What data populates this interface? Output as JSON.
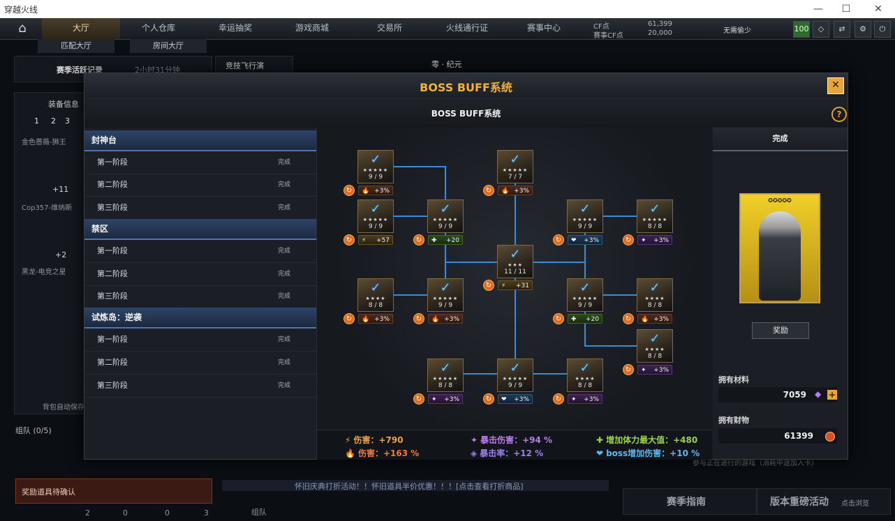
{
  "window": {
    "title": "穿越火线",
    "minimize": "—",
    "maximize": "☐",
    "close": "✕"
  },
  "nav": {
    "home_icon": "home-icon",
    "tabs": [
      "大厅",
      "个人仓库",
      "幸运抽奖",
      "游戏商城",
      "交易所",
      "火线通行证",
      "赛事中心"
    ],
    "cf_label": "CF点",
    "cf_value": "61,399",
    "match_cf_label": "赛事CF点",
    "match_cf_value": "20,000",
    "rank": "无需偷少",
    "level": "100"
  },
  "subtabs": [
    "匹配大厅",
    "房间大厅"
  ],
  "background": {
    "season_record": "赛季活跃记录",
    "season_time": "2小时31分钟",
    "fly_event": "竞技飞行演",
    "room_name": "零 · 纪元",
    "equip_info": "装备信息",
    "equip_tabs": [
      "1",
      "2",
      "3"
    ],
    "weapon_1": "金色蔷薇-狮王",
    "weapon_1_plus": "+11",
    "weapon_2": "Cop357-维纳斯",
    "weapon_2_plus": "+2",
    "weapon_3": "黑龙-电竞之星",
    "auto_save": "背包自动保存",
    "team": "组队 (0/5)",
    "reward_confirm": "奖励道具待确认",
    "marquee": "怀旧庆典打折活动！！怀旧道具半价优惠！！！[点击查看打折商品]",
    "team_bottom": "组队",
    "season_guide": "赛季指南",
    "version_event": "版本重磅活动",
    "click_browse": "点击浏览",
    "join_note": "参与正在进行的游戏（消耗中途加入卡）",
    "counts": [
      "2",
      "0",
      "0",
      "3"
    ]
  },
  "dialog": {
    "title": "BOSS BUFF系统",
    "subtitle": "BOSS BUFF系统",
    "close": "✕",
    "help": "?"
  },
  "categories": [
    {
      "name": "封神台",
      "stages": [
        {
          "name": "第一阶段",
          "status": "完成"
        },
        {
          "name": "第二阶段",
          "status": "完成"
        },
        {
          "name": "第三阶段",
          "status": "完成"
        }
      ]
    },
    {
      "name": "禁区",
      "stages": [
        {
          "name": "第一阶段",
          "status": "完成"
        },
        {
          "name": "第二阶段",
          "status": "完成"
        },
        {
          "name": "第三阶段",
          "status": "完成"
        }
      ]
    },
    {
      "name": "试炼岛：逆袭",
      "stages": [
        {
          "name": "第一阶段",
          "status": "完成"
        },
        {
          "name": "第二阶段",
          "status": "完成"
        },
        {
          "name": "第三阶段",
          "status": "完成"
        }
      ]
    }
  ],
  "nodes": [
    {
      "count": "9 / 9",
      "stars": "★★★★★",
      "buff": "+3%",
      "type": "fire"
    },
    {
      "count": "7 / 7",
      "stars": "★★★★★",
      "buff": "+3%",
      "type": "fire"
    },
    {
      "count": "9 / 9",
      "stars": "★★★★★",
      "buff": "+57",
      "type": "gold"
    },
    {
      "count": "9 / 9",
      "stars": "★★★★★",
      "buff": "+20",
      "type": "green"
    },
    {
      "count": "9 / 9",
      "stars": "★★★★★",
      "buff": "+3%",
      "type": "blue"
    },
    {
      "count": "8 / 8",
      "stars": "★★★★★",
      "buff": "+3%",
      "type": "purple"
    },
    {
      "count": "11 / 11",
      "stars": "★★★",
      "buff": "+31",
      "type": "gold"
    },
    {
      "count": "8 / 8",
      "stars": "★★★★",
      "buff": "+3%",
      "type": "fire"
    },
    {
      "count": "9 / 9",
      "stars": "★★★★★",
      "buff": "+3%",
      "type": "fire"
    },
    {
      "count": "9 / 9",
      "stars": "★★★★★",
      "buff": "+20",
      "type": "green"
    },
    {
      "count": "8 / 8",
      "stars": "★★★★",
      "buff": "+3%",
      "type": "fire"
    },
    {
      "count": "8 / 8",
      "stars": "★★★★",
      "buff": "+3%",
      "type": "purple"
    },
    {
      "count": "8 / 8",
      "stars": "★★★★★",
      "buff": "+3%",
      "type": "purple"
    },
    {
      "count": "9 / 9",
      "stars": "★★★★★",
      "buff": "+3%",
      "type": "blue"
    },
    {
      "count": "8 / 8",
      "stars": "★★★★",
      "buff": "+3%",
      "type": "purple"
    }
  ],
  "summary": [
    {
      "label": "伤害：+790",
      "color": "#f0a23a",
      "icon": "⚡"
    },
    {
      "label": "伤害：+163 %",
      "color": "#ef7a3a",
      "icon": "🔥"
    },
    {
      "label": "暴击伤害：+94 %",
      "color": "#b77ee8",
      "icon": "✦"
    },
    {
      "label": "暴击率：+12 %",
      "color": "#9a7ef0",
      "icon": "◈"
    },
    {
      "label": "增加体力最大值：+480",
      "color": "#9bd24a",
      "icon": "✚"
    },
    {
      "label": "boss增加伤害：+10 %",
      "color": "#58b8f0",
      "icon": "❤"
    }
  ],
  "right": {
    "status": "完成",
    "card_stars": "✪✪✪✪✪",
    "reward": "奖励",
    "material_label": "拥有材料",
    "material_value": "7059",
    "wealth_label": "拥有财物",
    "wealth_value": "61399",
    "plus": "+"
  }
}
